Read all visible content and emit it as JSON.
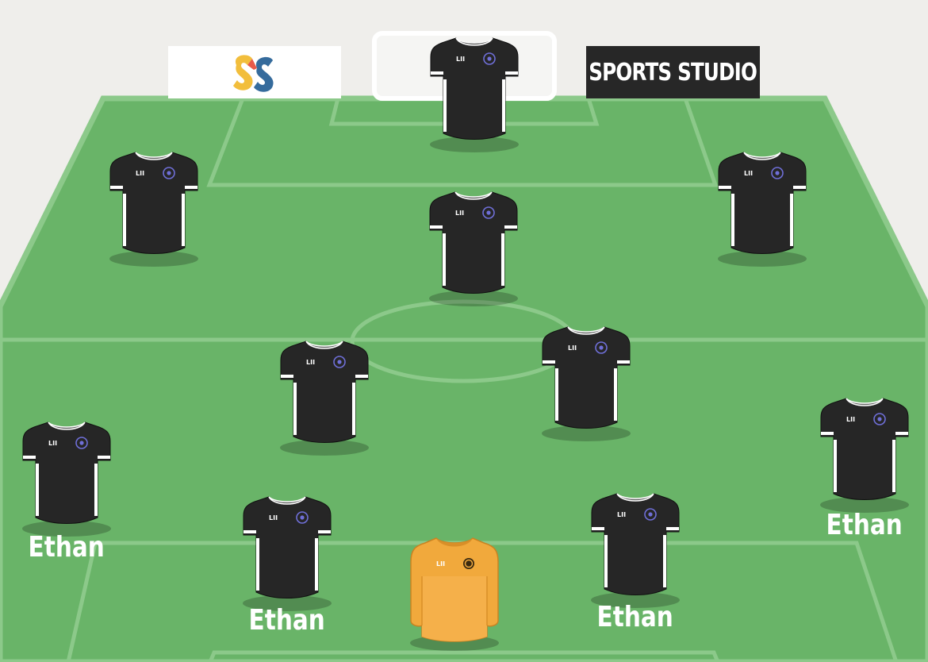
{
  "brand": {
    "name": "SPORTS STUDIO",
    "logo_icon": "sports-studio-ss-logo-icon"
  },
  "colors": {
    "background": "#efeeeb",
    "pitch": "#69b468",
    "pitch_lines": "#8cc98a",
    "outfield_kit": "#262626",
    "keeper_kit": "#f1a93c",
    "badge": "#6f6fd8"
  },
  "players": [
    {
      "id": "p1",
      "role": "outfield",
      "kit_text": "LII",
      "name": ""
    },
    {
      "id": "p2",
      "role": "outfield",
      "kit_text": "LII",
      "name": ""
    },
    {
      "id": "p3",
      "role": "outfield",
      "kit_text": "LII",
      "name": ""
    },
    {
      "id": "p4",
      "role": "outfield",
      "kit_text": "LII",
      "name": ""
    },
    {
      "id": "p5",
      "role": "outfield",
      "kit_text": "LII",
      "name": ""
    },
    {
      "id": "p6",
      "role": "outfield",
      "kit_text": "LII",
      "name": ""
    },
    {
      "id": "p7",
      "role": "outfield",
      "kit_text": "LII",
      "name": "Ethan"
    },
    {
      "id": "p8",
      "role": "outfield",
      "kit_text": "LII",
      "name": "Ethan"
    },
    {
      "id": "p9",
      "role": "keeper",
      "kit_text": "LII",
      "name": ""
    },
    {
      "id": "p10",
      "role": "outfield",
      "kit_text": "LII",
      "name": "Ethan"
    },
    {
      "id": "p11",
      "role": "outfield",
      "kit_text": "LII",
      "name": "Ethan"
    }
  ]
}
